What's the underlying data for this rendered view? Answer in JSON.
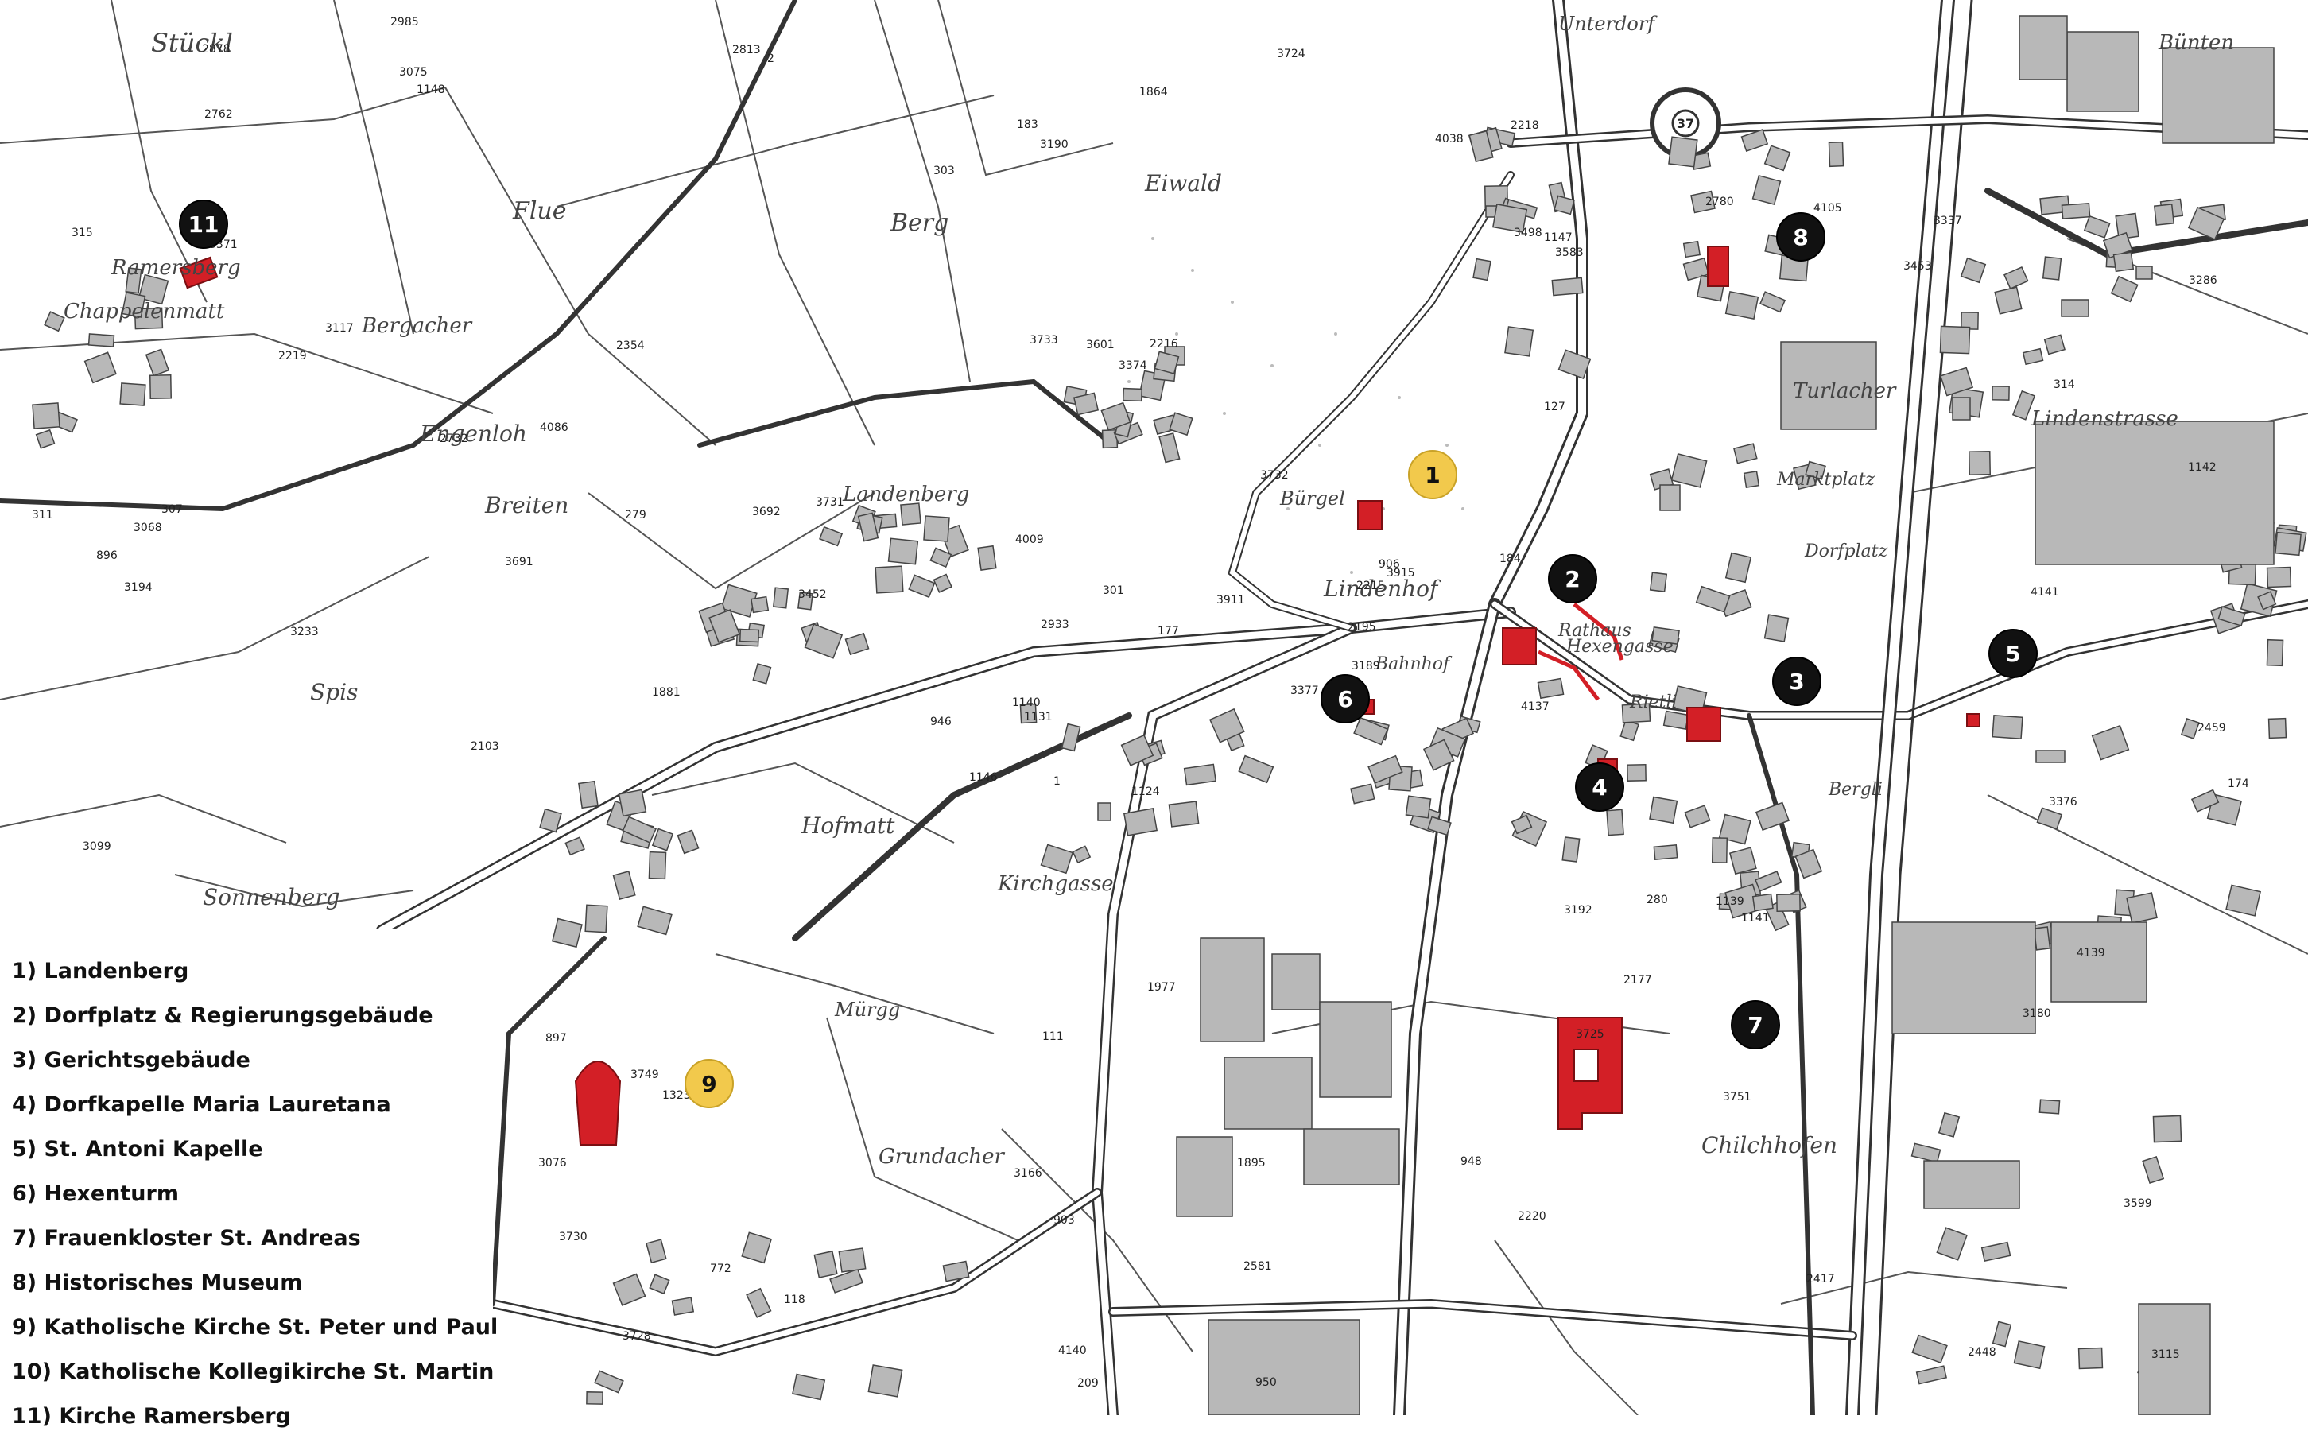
{
  "map": {
    "place_labels": [
      "Stückl",
      "Flue",
      "Berg",
      "Eiwald",
      "Unterdorf",
      "Bünten",
      "Ramersberg",
      "Chappelenmatt",
      "Bergacher",
      "Engenloh",
      "Breiten",
      "Spis",
      "Sonnenberg",
      "Landenberg",
      "Bürgel",
      "Lindenhof",
      "Turlacher",
      "Lindenstrasse",
      "Marktplatz",
      "Dorfplatz",
      "Rathaus",
      "Hexengasse",
      "Bahnhof",
      "Rietli",
      "Bergli",
      "Kirchgasse",
      "Hofmatt",
      "Mürgg",
      "Grundacher",
      "Chilchhofen"
    ],
    "parcel_numbers": [
      "1124",
      "2219",
      "1131",
      "2215",
      "1323",
      "2218",
      "2216",
      "1147",
      "3377",
      "1148",
      "3115",
      "3233",
      "3286",
      "1146",
      "127",
      "3733",
      "3732",
      "3731",
      "3730",
      "3601",
      "3915",
      "1141",
      "3117",
      "3190",
      "3194",
      "3192",
      "1142",
      "1140",
      "3166",
      "2933",
      "2354",
      "2780",
      "3749",
      "2448",
      "3599",
      "1139",
      "3724",
      "3692",
      "3691",
      "3725",
      "3728",
      "311",
      "2195",
      "903",
      "3189",
      "314",
      "315",
      "2177",
      "2220",
      "3076",
      "3075",
      "2878",
      "1895",
      "3337",
      "1864",
      "1881",
      "307",
      "4086",
      "4105",
      "2985",
      "4038",
      "303",
      "301",
      "111",
      "118",
      "280",
      "279",
      "2762",
      "2732",
      "3099",
      "4009",
      "2581",
      "3911",
      "4137",
      "4139",
      "4140",
      "4141",
      "1977",
      "2417",
      "950",
      "948",
      "183",
      "174",
      "184",
      "3751",
      "177",
      "3180",
      "3068",
      "209",
      "3498",
      "3583",
      "2103",
      "2813",
      "2459",
      "896",
      "897",
      "772",
      "906",
      "3453",
      "3452",
      "3376",
      "3371",
      "3374",
      "946",
      "2",
      "1"
    ],
    "road_numbers": [
      "37"
    ],
    "markers": [
      {
        "n": "1",
        "style": "yellow"
      },
      {
        "n": "2",
        "style": "black"
      },
      {
        "n": "3",
        "style": "black"
      },
      {
        "n": "4",
        "style": "black"
      },
      {
        "n": "5",
        "style": "black"
      },
      {
        "n": "6",
        "style": "black"
      },
      {
        "n": "7",
        "style": "black"
      },
      {
        "n": "8",
        "style": "black"
      },
      {
        "n": "9",
        "style": "yellow"
      },
      {
        "n": "11",
        "style": "black"
      }
    ],
    "colors": {
      "building": "#d31f26",
      "marker_dark": "#111111",
      "marker_yellow": "#f2c94c",
      "road": "#333333",
      "house": "#b8b8b8"
    }
  },
  "legend": {
    "items": [
      "1) Landenberg",
      "2) Dorfplatz & Regierungsgebäude",
      "3) Gerichtsgebäude",
      "4) Dorfkapelle Maria Lauretana",
      "5) St. Antoni Kapelle",
      "6) Hexenturm",
      "7) Frauenkloster St. Andreas",
      "8) Historisches Museum",
      "9) Katholische Kirche St. Peter und Paul",
      "10) Katholische Kollegikirche St. Martin",
      "11) Kirche Ramersberg"
    ]
  }
}
